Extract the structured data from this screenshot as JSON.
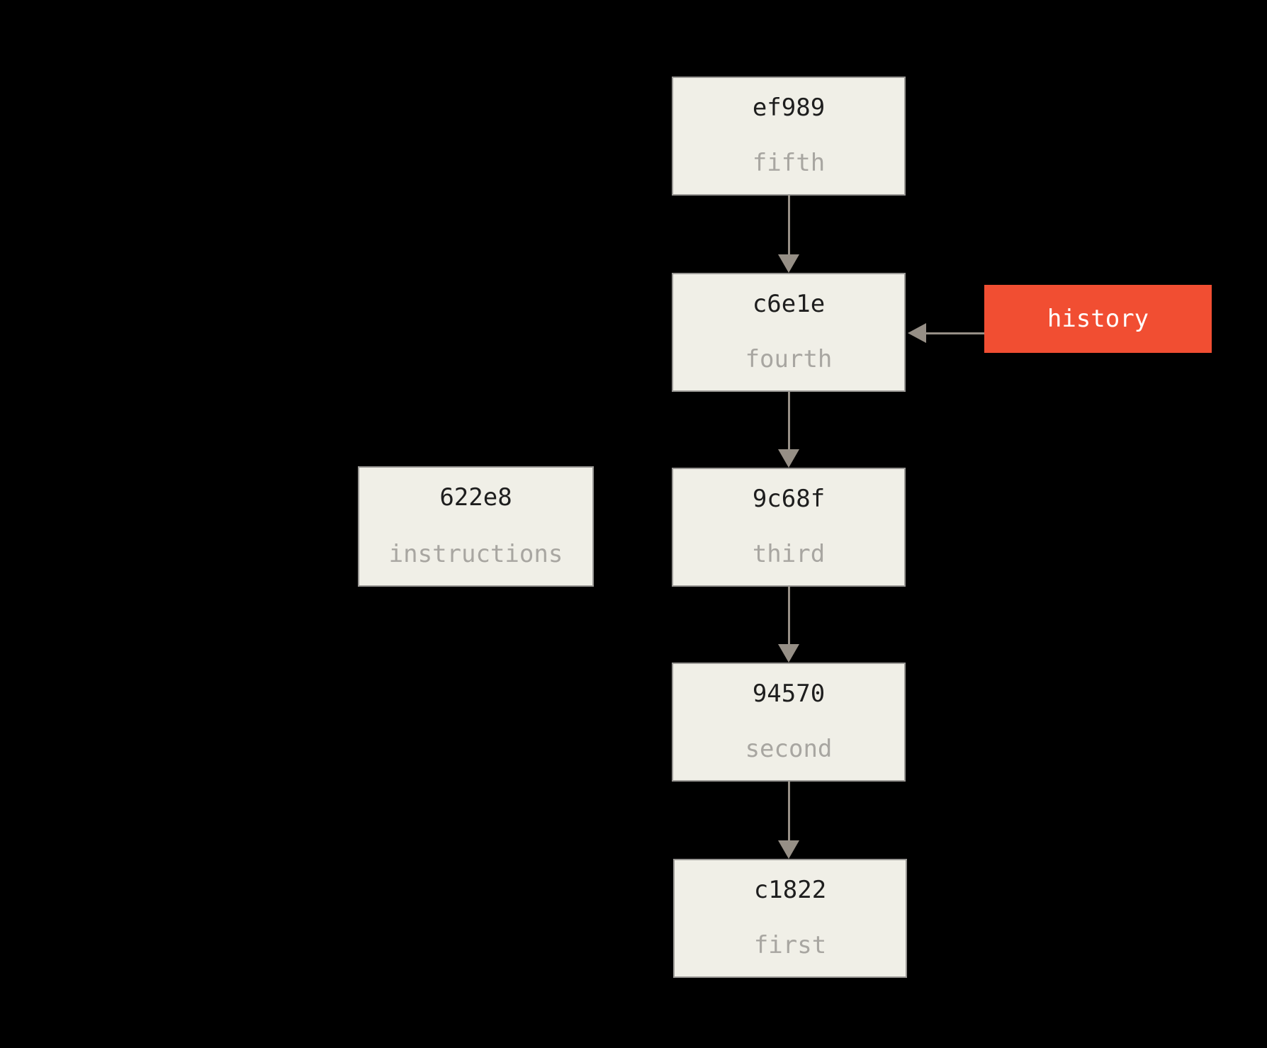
{
  "figure": {
    "type": "git-commit-graph"
  },
  "colors": {
    "background": "#000000",
    "box_fill": "#f0efe7",
    "box_border": "#999794",
    "hash_text": "#1e1e1e",
    "message_text": "#a8a6a1",
    "arrow": "#968f86",
    "ref_bg": "#f14e32",
    "ref_text": "#ffffff"
  },
  "commits": [
    {
      "id": "ef989",
      "label": "fifth"
    },
    {
      "id": "c6e1e",
      "label": "fourth"
    },
    {
      "id": "9c68f",
      "label": "third"
    },
    {
      "id": "94570",
      "label": "second"
    },
    {
      "id": "c1822",
      "label": "first"
    }
  ],
  "detached": {
    "id": "622e8",
    "label": "instructions"
  },
  "ref": {
    "label": "history"
  }
}
